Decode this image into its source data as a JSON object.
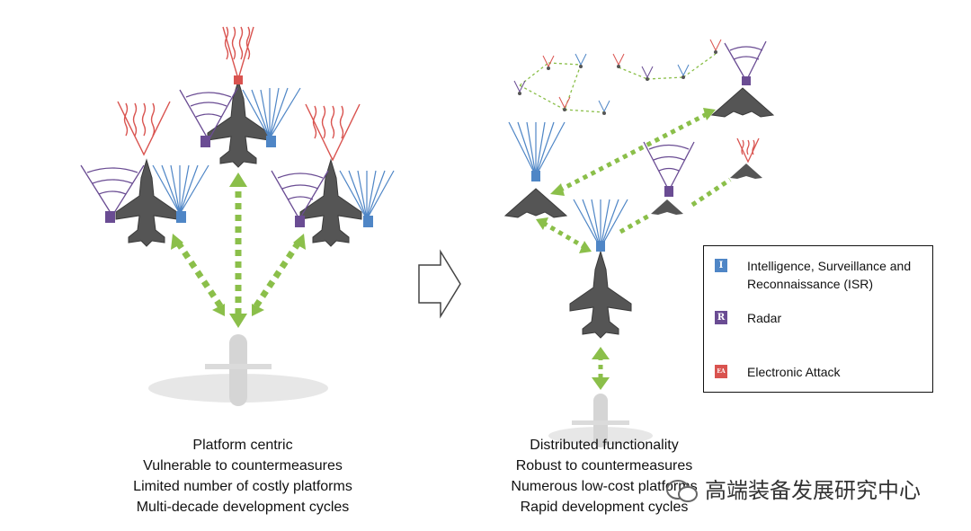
{
  "left_caption": [
    "Platform centric",
    "Vulnerable to countermeasures",
    "Limited number of costly platforms",
    "Multi-decade development cycles"
  ],
  "right_caption": [
    "Distributed functionality",
    "Robust to countermeasures",
    "Numerous low-cost platforms",
    "Rapid development cycles"
  ],
  "legend": {
    "items": [
      {
        "badge": "I",
        "label": "Intelligence, Surveillance and Reconnaissance (ISR)",
        "color": "#4f86c6"
      },
      {
        "badge": "R",
        "label": "Radar",
        "color": "#6a4c93"
      },
      {
        "badge": "EA",
        "label": "Electronic Attack",
        "color": "#d9534f"
      }
    ]
  },
  "watermark": "高端装备发展研究中心",
  "colors": {
    "isr": "#4f86c6",
    "radar": "#6a4c93",
    "ea": "#d9534f",
    "link": "#8bbf4a",
    "aircraft": "#555555"
  }
}
